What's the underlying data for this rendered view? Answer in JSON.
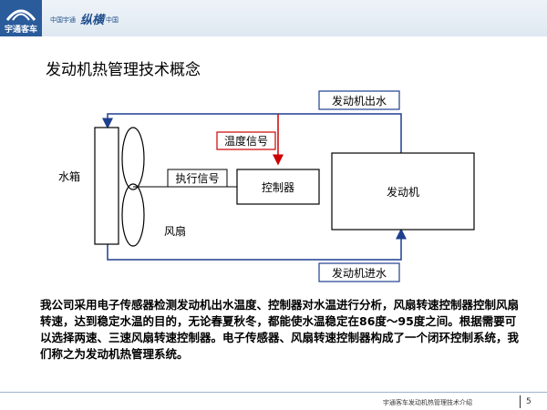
{
  "header": {
    "logo_text": "宇通客车",
    "slogan_left": "中国宇通",
    "slogan_script": "纵横",
    "slogan_right": "中国"
  },
  "title": "发动机热管理技术概念",
  "diagram": {
    "radiator_label": "水箱",
    "fan_label": "风扇",
    "controller_label": "控制器",
    "engine_label": "发动机",
    "exec_signal_label": "执行信号",
    "temp_signal_label": "温度信号",
    "outlet_label": "发动机出水",
    "inlet_label": "发动机进水",
    "colors": {
      "line_blue": "#1f3f8f",
      "signal_red": "#cc0000",
      "box_border": "#000000"
    }
  },
  "description": "我公司采用电子传感器检测发动机出水温度、控制器对水温进行分析，风扇转速控制器控制风扇转速，达到稳定水温的目的，无论春夏秋冬，都能使水温稳定在86度～95度之间。根据需要可以选择两速、三速风扇转速控制器。电子传感器、风扇转速控制器构成了一个闭环控制系统，我们称之为发动机热管理系统。",
  "footer": {
    "text": "宇通客车发动机热管理技术介绍",
    "page_number": "5"
  }
}
